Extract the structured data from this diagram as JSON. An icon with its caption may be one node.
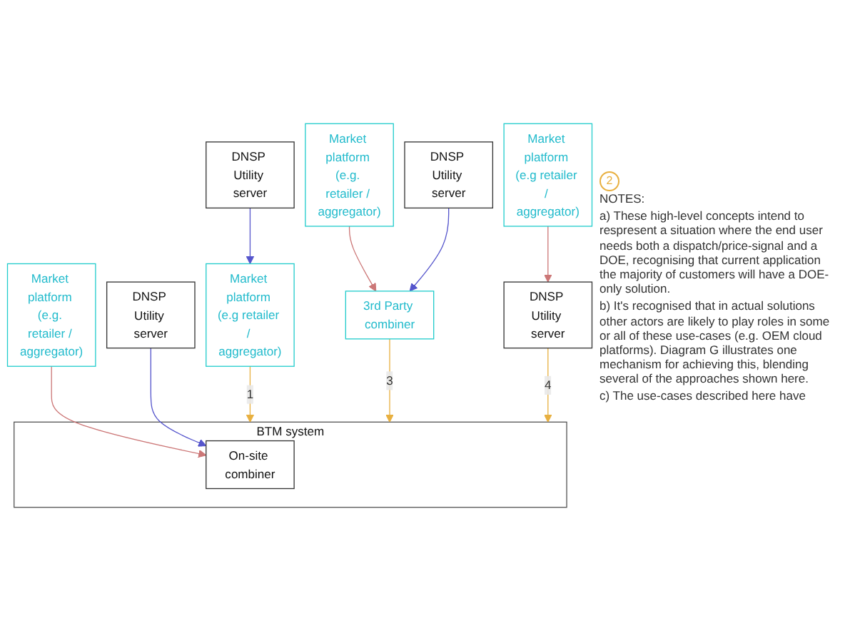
{
  "diagram": {
    "nodes": [
      {
        "text": [
          "DNSP Utility server"
        ]
      },
      {
        "text": [
          "Market platform (e.g retailer / aggregator)"
        ]
      },
      {
        "text": [
          "Market platform (e.g. retailer / aggregator)"
        ]
      },
      {
        "text": [
          "DNSP Utility server"
        ]
      },
      {
        "text": [
          "Market platform (e.g. retailer / aggregator)"
        ]
      },
      {
        "text": [
          "DNSP Utility server"
        ]
      },
      {
        "text": [
          "3rd Party combiner"
        ]
      },
      {
        "text": [
          "Market platform (e.g retailer / aggregator)"
        ]
      },
      {
        "text": [
          "DNSP Utility server"
        ]
      },
      {
        "text": [
          "BTM system"
        ]
      },
      {
        "text": [
          "On-site combiner"
        ],
        "in": 9
      }
    ],
    "edges": [
      {
        "from": 0,
        "to": 1,
        "arrow": "to",
        "color": "#5555cc"
      },
      {
        "from": 2,
        "to": 10,
        "arrow": "to",
        "color": "#cc7777"
      },
      {
        "from": 3,
        "to": 10,
        "arrow": "to",
        "color": "#5555cc"
      },
      {
        "from": 4,
        "to": 6,
        "arrow": "to",
        "color": "#cc7777"
      },
      {
        "from": 5,
        "to": 6,
        "arrow": "to",
        "color": "#5555cc"
      },
      {
        "from": 7,
        "to": 8,
        "arrow": "to",
        "color": "#cc7777"
      },
      {
        "from": 1,
        "to": 9,
        "arrow": "to",
        "label": "1",
        "color": "#e8b040"
      },
      {
        "from": 6,
        "to": 9,
        "arrow": "to",
        "label": "3",
        "color": "#e8b040"
      },
      {
        "from": 8,
        "to": 9,
        "arrow": "to",
        "label": "4",
        "color": "#e8b040"
      }
    ],
    "labels": [
      "2",
      "NOTES:",
      "a) These high-level concepts intend to respresent a situation where the end user needs both a dispatch/price-signal and a DOE, recognising that current application the majority of customers will have a DOE-only solution.",
      "b) It's recognised that in actual solutions other actors are likely to play roles in some or all of these use-cases (e.g. OEM cloud platforms). Diagram G illustrates one mechanism for achieving this, blending several of the approaches shown here.",
      "c) The use-cases described here have"
    ]
  }
}
